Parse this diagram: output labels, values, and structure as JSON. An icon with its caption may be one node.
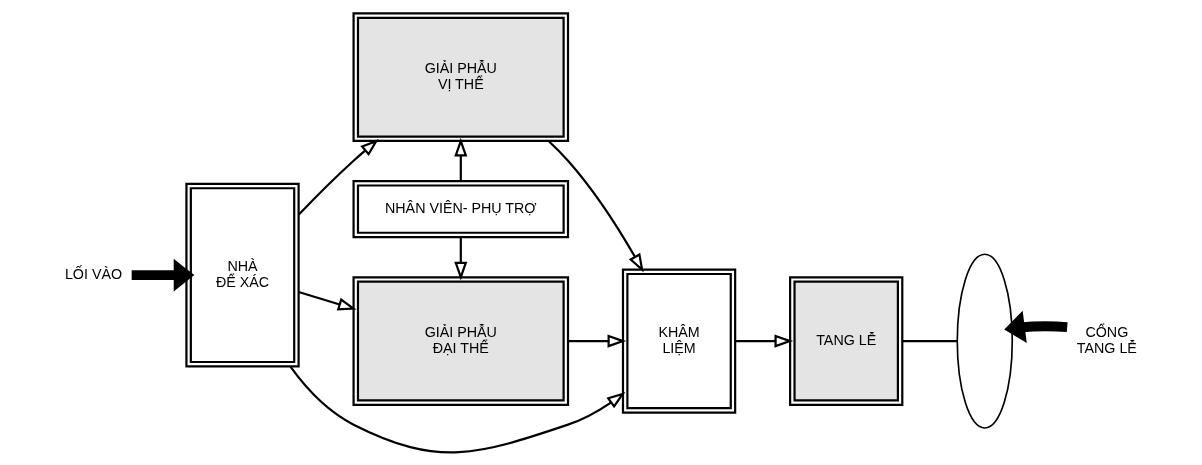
{
  "diagram": {
    "nodes": [
      {
        "text": [
          "LỐI VÀO"
        ]
      },
      {
        "text": [
          "NHÀ ĐỂ XÁC"
        ]
      },
      {
        "text": [
          "GIẢI PHẪU VỊ THỂ"
        ]
      },
      {
        "text": [
          "NHÂN VIÊN- PHỤ TRỢ"
        ]
      },
      {
        "text": [
          "GIẢI PHẪU ĐẠI THỂ"
        ]
      },
      {
        "text": [
          "KHÂM LIỆM"
        ]
      },
      {
        "text": [
          "TANG LỄ"
        ]
      },
      {
        "text": [],
        "shape": "arc"
      },
      {
        "text": [
          "CỔNG TANG LỄ"
        ]
      }
    ],
    "edges": [
      {
        "from": 0,
        "to": 1,
        "arrow": "to",
        "style": "thick"
      },
      {
        "from": 1,
        "to": 2,
        "arrow": "to"
      },
      {
        "from": 1,
        "to": 5,
        "arrow": "to"
      },
      {
        "from": 1,
        "to": 4,
        "arrow": "to"
      },
      {
        "from": 3,
        "to": 2,
        "arrow": "to"
      },
      {
        "from": 3,
        "to": 4,
        "arrow": "to"
      },
      {
        "from": 2,
        "to": 5,
        "arrow": "to"
      },
      {
        "from": 4,
        "to": 5,
        "arrow": "to"
      },
      {
        "from": 5,
        "to": 6,
        "arrow": "to"
      },
      {
        "from": 6,
        "to": 7,
        "arrow": "none"
      },
      {
        "from": 8,
        "to": 7,
        "arrow": "to",
        "style": "thick"
      }
    ]
  }
}
